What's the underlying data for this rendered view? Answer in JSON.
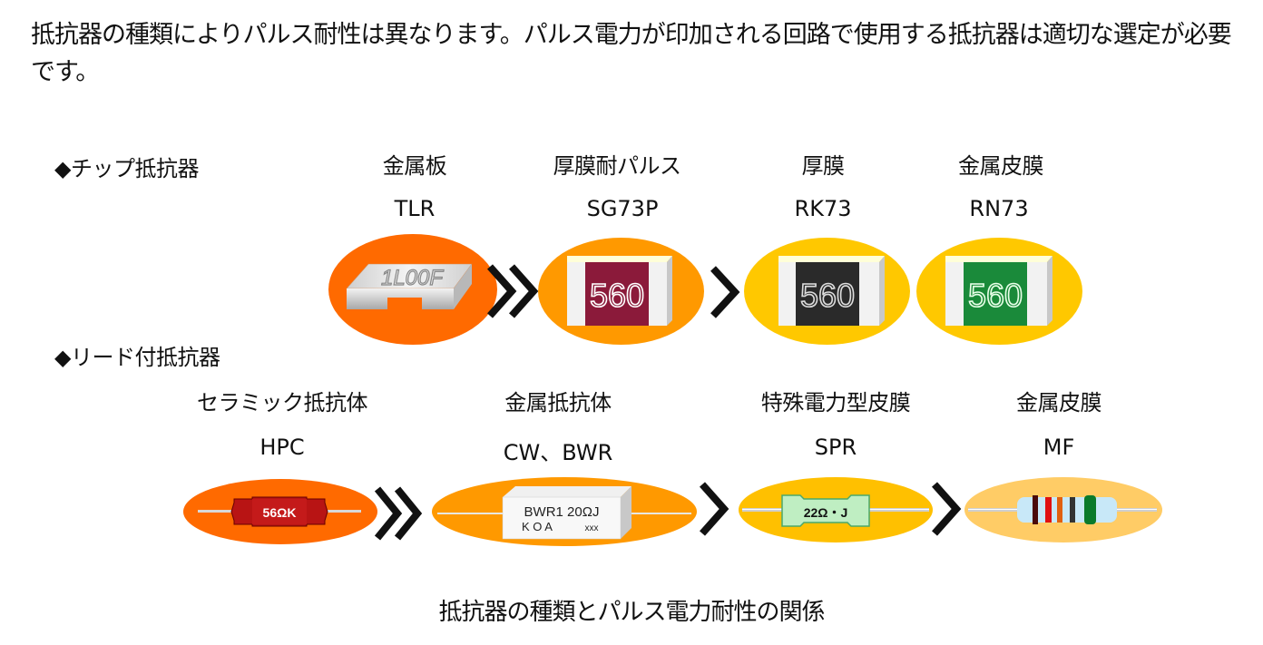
{
  "intro_text": "抵抗器の種類によりパルス耐性は異なります。パルス電力が印加される回路で使用する抵抗器は適切な選定が必要です。",
  "chip_section": {
    "heading": "◆チップ抵抗器",
    "items": [
      {
        "type": "金属板",
        "code": "TLR",
        "marking": "1L00F",
        "blob_color": "#ff6a00"
      },
      {
        "type": "厚膜耐パルス",
        "code": "SG73P",
        "marking": "560",
        "blob_color": "#ff9900",
        "body_color": "#8b1a3a"
      },
      {
        "type": "厚膜",
        "code": "RK73",
        "marking": "560",
        "blob_color": "#ffc800",
        "body_color": "#2a2a2a"
      },
      {
        "type": "金属皮膜",
        "code": "RN73",
        "marking": "560",
        "blob_color": "#ffc800",
        "body_color": "#1a8a3a"
      }
    ]
  },
  "lead_section": {
    "heading": "◆リード付抵抗器",
    "items": [
      {
        "type": "セラミック抵抗体",
        "code": "HPC",
        "marking": "56ΩK",
        "blob_color": "#ff6a00"
      },
      {
        "type": "金属抵抗体",
        "code": "CW、BWR",
        "marking_line1": "BWR1  20ΩJ",
        "marking_line2": "K  O  A",
        "marking_lot": "xxx",
        "blob_color": "#ff9900"
      },
      {
        "type": "特殊電力型皮膜",
        "code": "SPR",
        "marking": "22Ω・J",
        "blob_color": "#ffc000"
      },
      {
        "type": "金属皮膜",
        "code": "MF",
        "blob_color": "#ffcc66"
      }
    ]
  },
  "arrows": {
    "strong": "double-chevron-right",
    "weak": "chevron-right"
  },
  "caption": "抵抗器の種類とパルス電力耐性の関係"
}
